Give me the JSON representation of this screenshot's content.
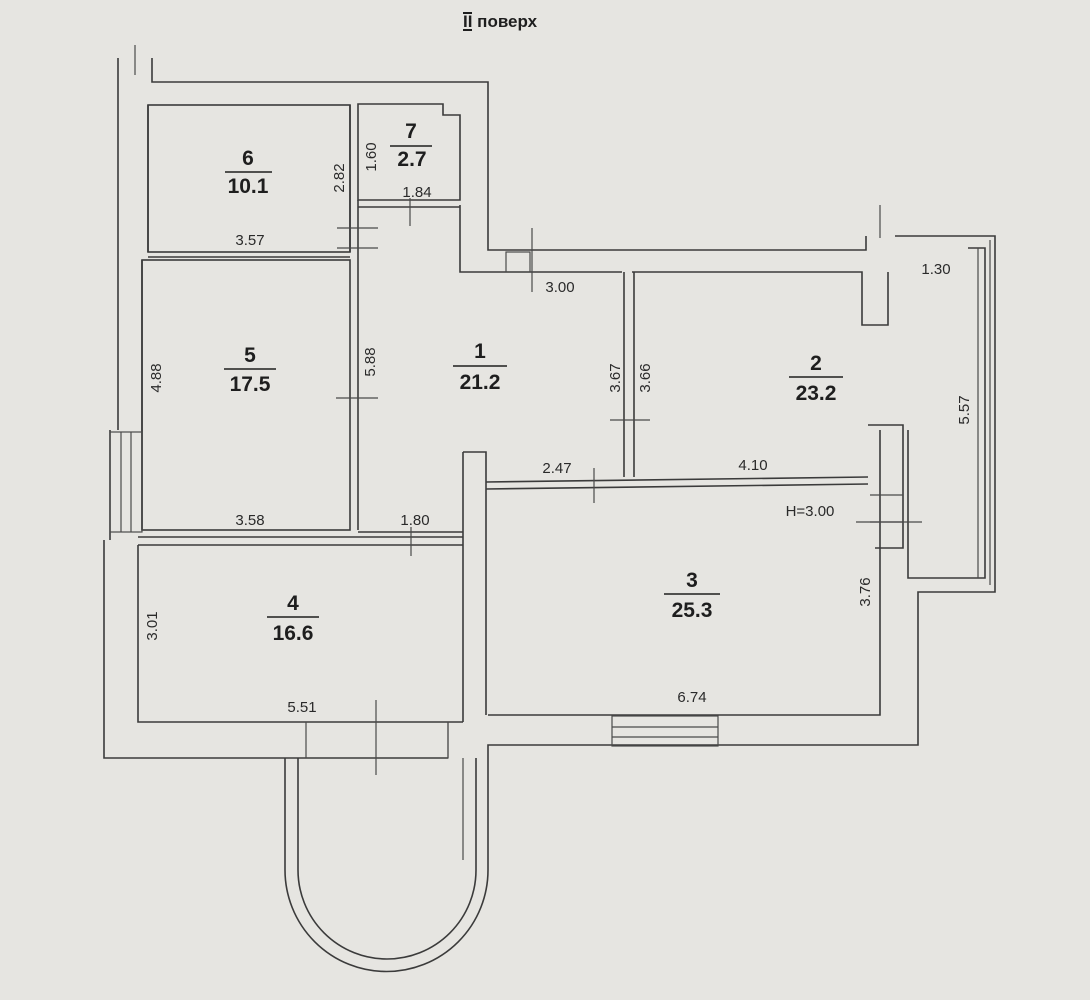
{
  "floor": {
    "roman": "II",
    "label": " поверх"
  },
  "rooms": [
    {
      "id": "1",
      "area": "21.2"
    },
    {
      "id": "2",
      "area": "23.2"
    },
    {
      "id": "3",
      "area": "25.3"
    },
    {
      "id": "4",
      "area": "16.6"
    },
    {
      "id": "5",
      "area": "17.5"
    },
    {
      "id": "6",
      "area": "10.1"
    },
    {
      "id": "7",
      "area": "2.7"
    }
  ],
  "dimensions": {
    "r6_width": "3.57",
    "r6_height": "2.82",
    "r7_height": "1.60",
    "r7_width": "1.84",
    "r5_height": "4.88",
    "r1_height": "5.88",
    "r5_width": "3.58",
    "r1_bottom": "1.80",
    "corridor_top": "3.00",
    "r1_right": "3.67",
    "r2_left": "3.66",
    "r1_mid": "2.47",
    "r2_width": "4.10",
    "balcony_width": "1.30",
    "balcony_length": "5.57",
    "ceiling_height": "H=3.00",
    "r3_height": "3.76",
    "r3_width": "6.74",
    "r4_height": "3.01",
    "r4_width": "5.51"
  }
}
